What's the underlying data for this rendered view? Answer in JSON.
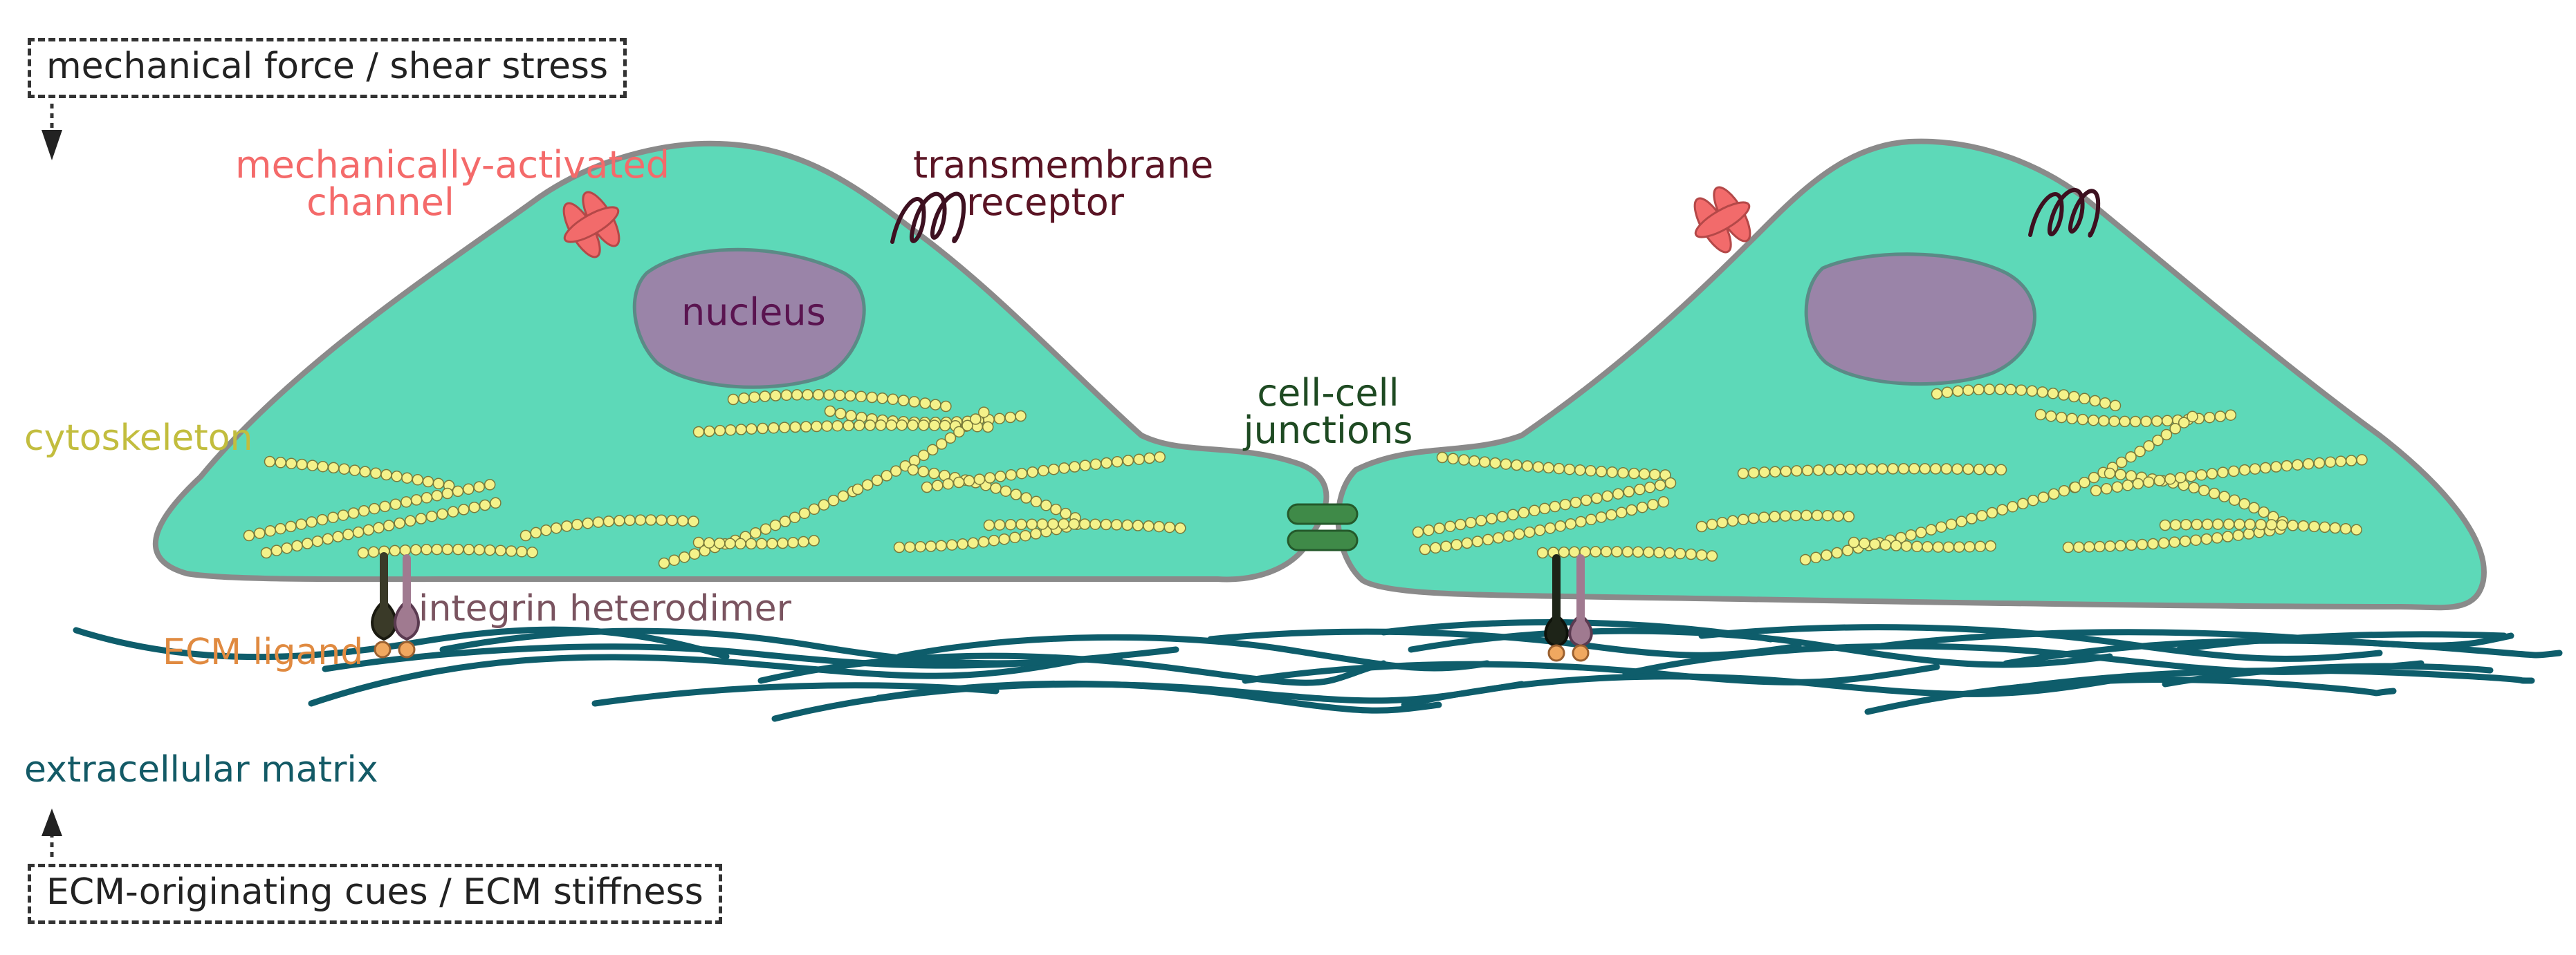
{
  "labels": {
    "mechanical_force": "mechanical force / shear stress",
    "ecm_cues": "ECM-originating cues / ECM stiffness",
    "mech_channel_line1": "mechanically-activated",
    "mech_channel_line2": "channel",
    "transmembrane_line1": "transmembrane",
    "transmembrane_line2": "receptor",
    "nucleus": "nucleus",
    "cytoskeleton": "cytoskeleton",
    "cell_cell_line1": "cell-cell",
    "cell_cell_line2": "junctions",
    "integrin": "integrin heterodimer",
    "ecm_ligand": "ECM ligand",
    "extracellular_matrix": "extracellular matrix"
  },
  "colors": {
    "cell_fill": "#5dd9b8",
    "cell_stroke": "#8a8a8a",
    "nucleus_fill": "#9a84a8",
    "nucleus_stroke": "#5b8a86",
    "cytoskeleton_bead": "#f4f28a",
    "cytoskeleton_stroke": "#7a7a3a",
    "ecm_fiber": "#0e5d6b",
    "channel": "#f26b6b",
    "receptor": "#3d1020",
    "junction": "#3f8a48",
    "integrin_alpha": "#3a3a28",
    "integrin_beta": "#a07a90",
    "ligand": "#f0a860",
    "label_channel": "#f46a6a",
    "label_receptor": "#5a1424",
    "label_nucleus": "#5a1450",
    "label_cytoskeleton": "#c2bd3e",
    "label_junctions": "#1e4a22",
    "label_integrin": "#7a5460",
    "label_ligand": "#e08a40",
    "label_ecm": "#135a66"
  }
}
